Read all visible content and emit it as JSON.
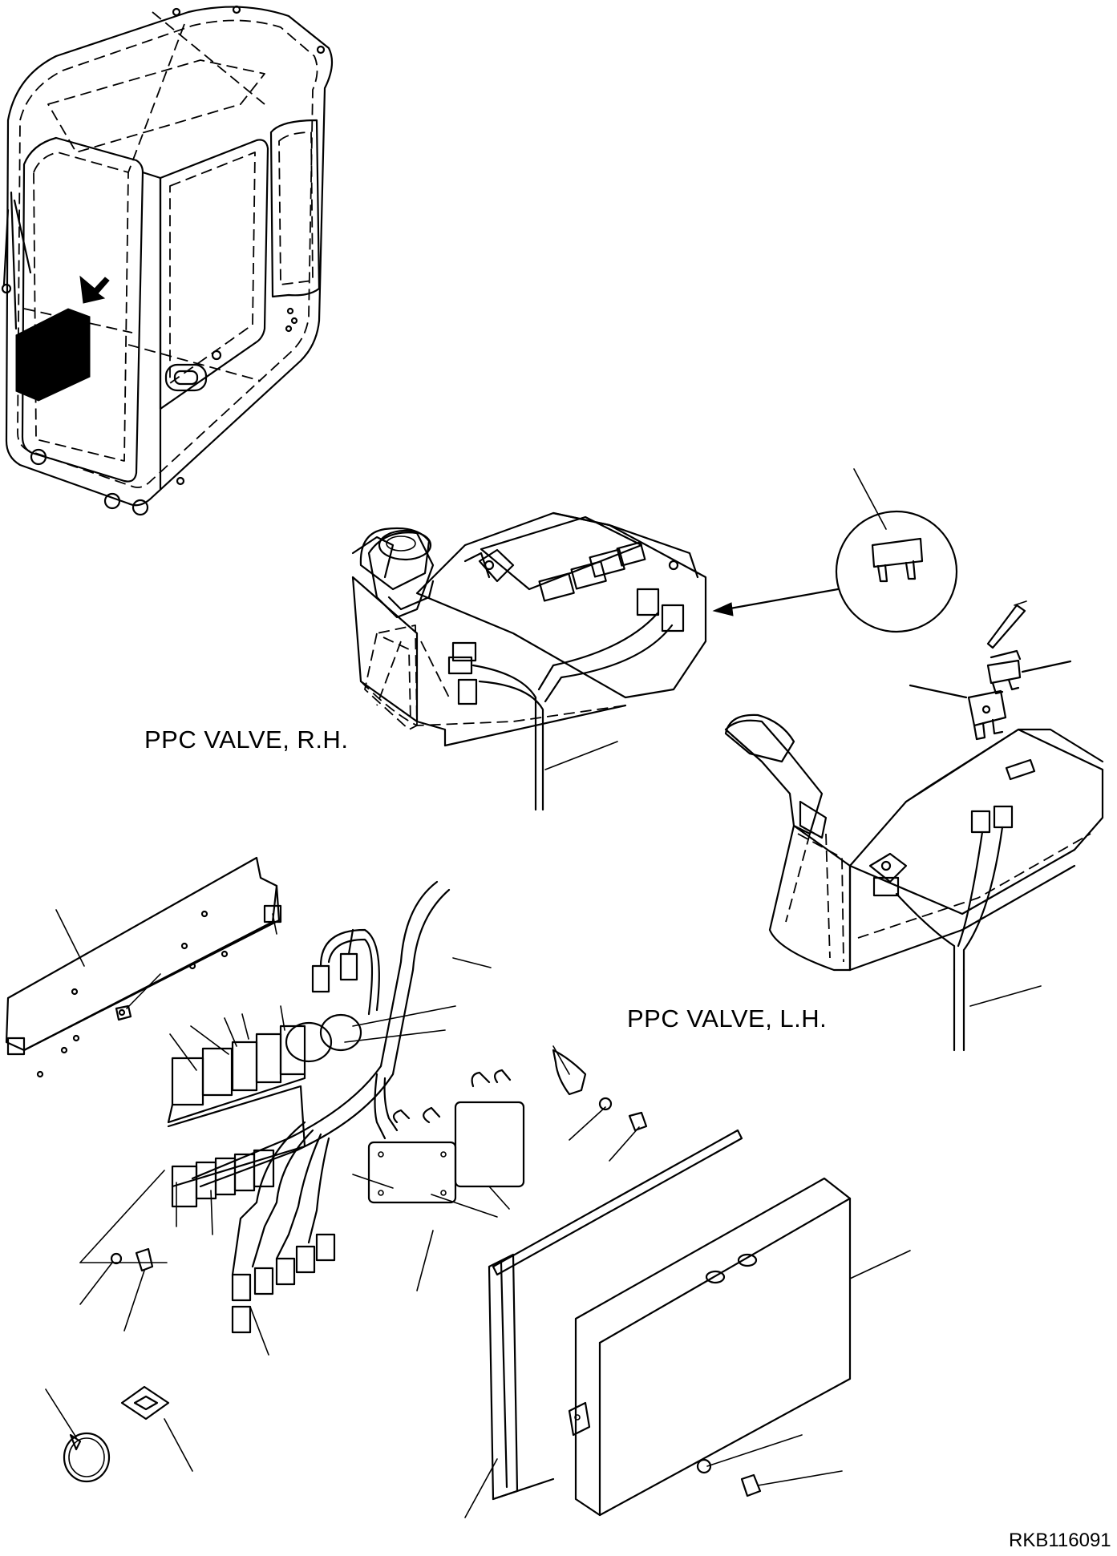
{
  "labels": {
    "ppc_rh": "PPC VALVE, R.H.",
    "ppc_lh": "PPC VALVE, L.H.",
    "drawing_code": "RKB116091"
  }
}
